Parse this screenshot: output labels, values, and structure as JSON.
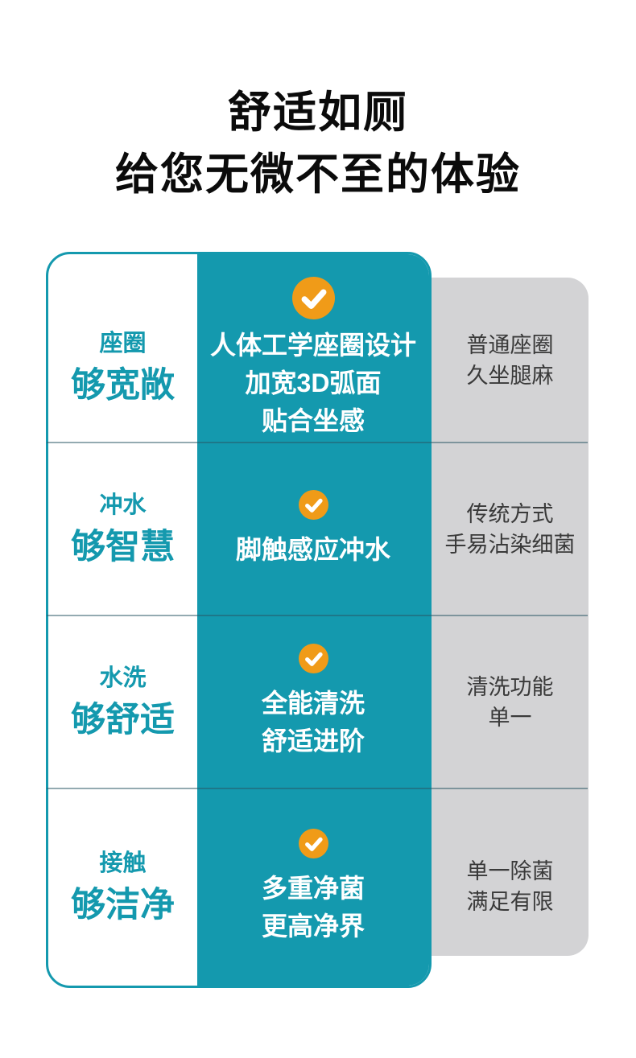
{
  "title": {
    "line1": "舒适如厕",
    "line2": "给您无微不至的体验"
  },
  "comparison": {
    "rows": [
      {
        "category": "座圈",
        "highlight": "够宽敞",
        "feature": "人体工学座圈设计\n加宽3D弧面\n贴合坐感",
        "drawback": "普通座圈\n久坐腿麻"
      },
      {
        "category": "冲水",
        "highlight": "够智慧",
        "feature": "脚触感应冲水",
        "drawback": "传统方式\n手易沾染细菌"
      },
      {
        "category": "水洗",
        "highlight": "够舒适",
        "feature": "全能清洗\n舒适进阶",
        "drawback": "清洗功能\n单一"
      },
      {
        "category": "接触",
        "highlight": "够洁净",
        "feature": "多重净菌\n更高净界",
        "drawback": "单一除菌\n满足有限"
      }
    ],
    "check_glyph": "✓",
    "colors": {
      "accent_teal": "#1499AE",
      "check_orange": "#F09B18",
      "check_mark": "#FFFFFF",
      "drawback_bg": "#D3D3D5",
      "drawback_text": "#3A3A3A",
      "title_text": "#0B0B0B",
      "divider": "rgba(40,85,100,0.5)"
    }
  }
}
